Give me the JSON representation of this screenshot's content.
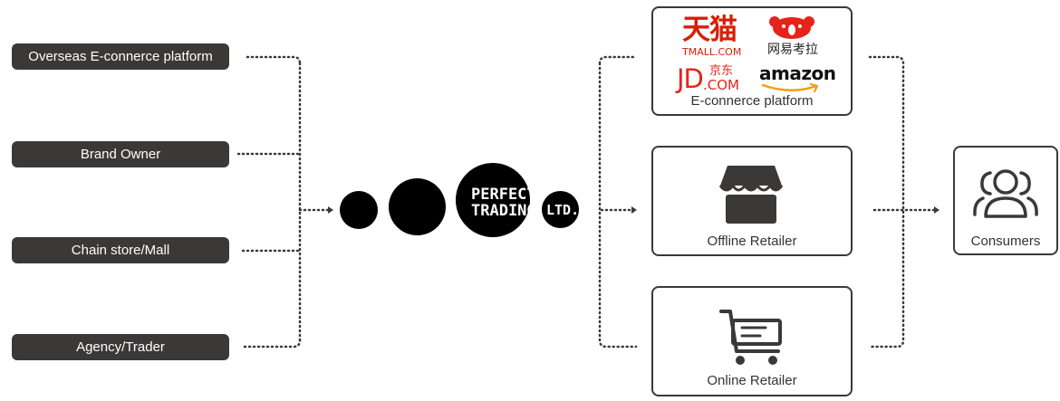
{
  "sources": [
    {
      "label": "Overseas E-connerce platform"
    },
    {
      "label": "Brand Owner"
    },
    {
      "label": "Chain store/Mall"
    },
    {
      "label": "Agency/Trader"
    }
  ],
  "company": {
    "line1": "PERFECT",
    "line2": "TRADING",
    "suffix": "LTD."
  },
  "channels": {
    "ecommerce": {
      "label": "E-connerce platform",
      "logos": {
        "tmall_cn": "天猫",
        "tmall_en": "TMALL.COM",
        "netease": "网易考拉",
        "jd_main": "JD",
        "jd_cn": "京东",
        "jd_com": ".COM",
        "amazon": "amazon"
      }
    },
    "offline": {
      "label": "Offline Retailer"
    },
    "online": {
      "label": "Online Retailer"
    }
  },
  "consumers": {
    "label": "Consumers"
  },
  "colors": {
    "dark": "#3b3838",
    "tmall_red": "#d81e06",
    "jd_red": "#e1251b",
    "netease_red": "#e5231b",
    "amazon_orange": "#f39c12"
  }
}
